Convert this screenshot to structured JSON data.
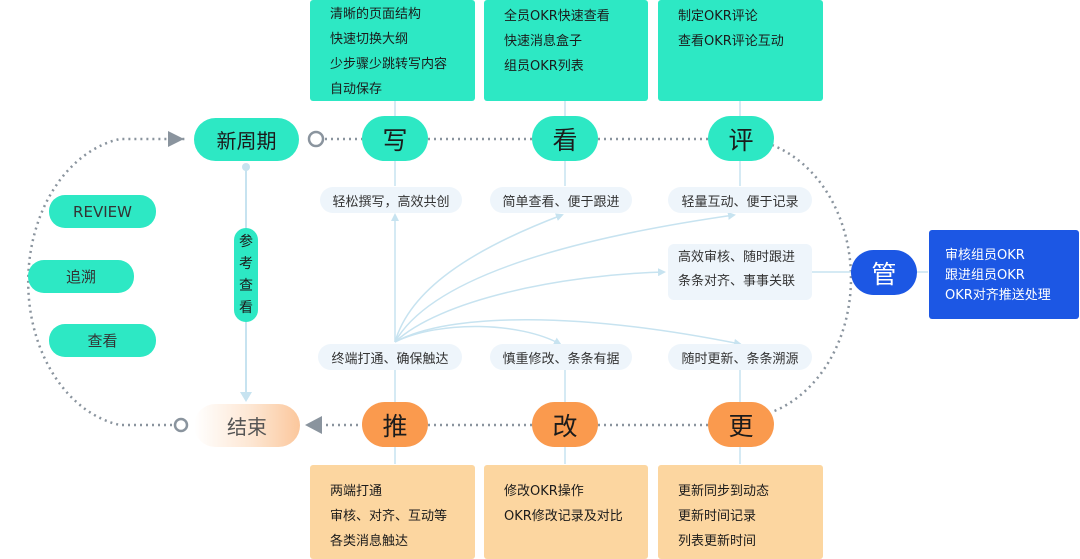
{
  "stages": {
    "new_cycle": "新周期",
    "end": "结束",
    "write": "写",
    "view": "看",
    "review": "评",
    "manage": "管",
    "push": "推",
    "modify": "改",
    "update": "更"
  },
  "top_boxes": {
    "write": [
      "清晰的页面结构",
      "快速切换大纲",
      "少步骤少跳转写内容",
      "自动保存"
    ],
    "view": [
      "全员OKR快速查看",
      "快速消息盒子",
      "组员OKR列表"
    ],
    "review": [
      "制定OKR评论",
      "查看OKR评论互动"
    ]
  },
  "bottom_boxes": {
    "push": [
      "两端打通",
      "审核、对齐、互动等",
      "各类消息触达"
    ],
    "modify": [
      "修改OKR操作",
      "OKR修改记录及对比"
    ],
    "update": [
      "更新同步到动态",
      "更新时间记录",
      "列表更新时间"
    ]
  },
  "manage_box": [
    "审核组员OKR",
    "跟进组员OKR",
    "OKR对齐推送处理"
  ],
  "labels": {
    "write": "轻松撰写，高效共创",
    "view": "简单查看、便于跟进",
    "review": "轻量互动、便于记录",
    "manage": [
      "高效审核、随时跟进",
      "条条对齐、事事关联"
    ],
    "push": "终端打通、确保触达",
    "modify": "慎重修改、条条有据",
    "update": "随时更新、条条溯源"
  },
  "side_pills": [
    "REVIEW",
    "追溯",
    "查看"
  ],
  "reference_chars": [
    "参",
    "考",
    "查",
    "看"
  ],
  "colors": {
    "green": "#2de8c4",
    "orange": "#fa9a4e",
    "light_orange": "#fcd6a0",
    "blue": "#1c57e4",
    "label_bg": "#eef5fb"
  }
}
